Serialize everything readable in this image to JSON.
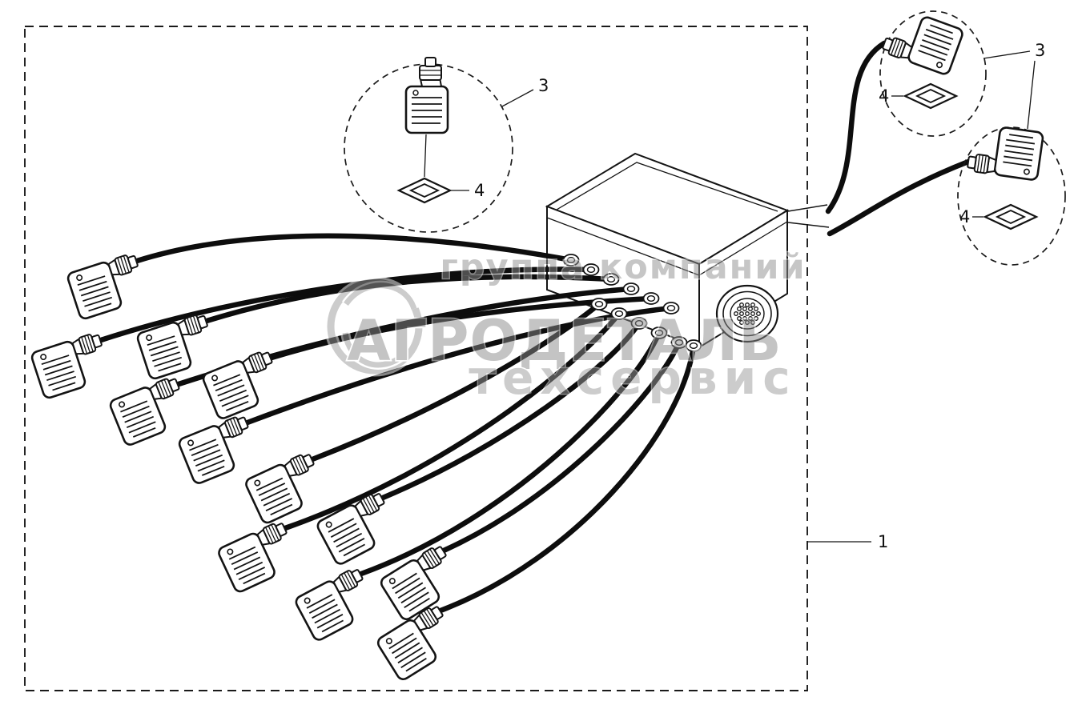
{
  "callouts": {
    "part1": "1",
    "part3": "3",
    "part4": "4"
  },
  "watermark": {
    "line1": "группа компаний",
    "line2": "АГРОДЕТАЛЬ",
    "line3": "техсервис"
  }
}
